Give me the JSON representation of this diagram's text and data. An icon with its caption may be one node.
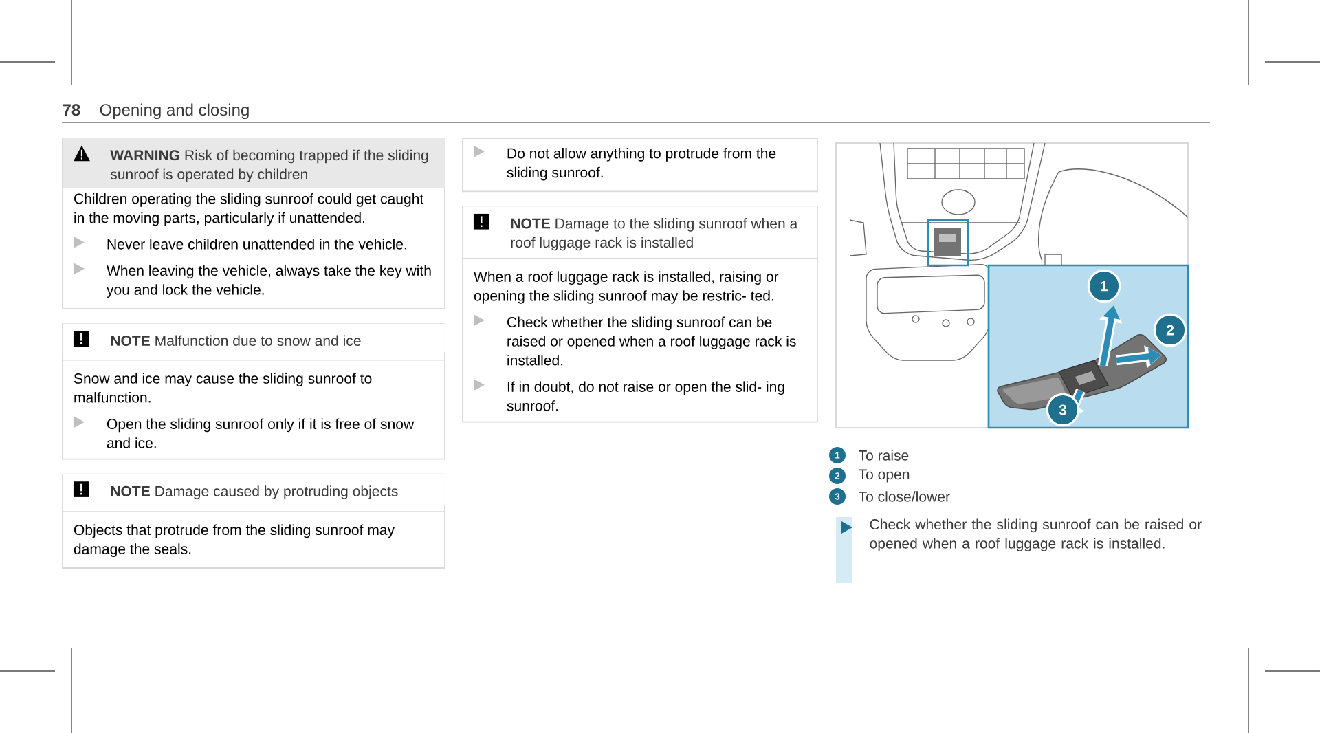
{
  "diagram": {
    "title": "Opening and closing",
    "nodes": [
      {
        "text": [
          "**WARNING** Risk of becoming trapped if the sliding sunroof is operated by children",
          "Children operating the sliding sunroof could get caught in the moving parts, particularly if unattended.",
          "Never leave children unattended in the vehicle.",
          "When leaving the vehicle, always take the key with you and lock the vehicle."
        ]
      },
      {
        "text": [
          "**NOTE** Malfunction due to snow and ice",
          "Snow and ice may cause the sliding sunroof to malfunction.",
          "Open the sliding sunroof only if it is free of snow and ice."
        ]
      },
      {
        "text": [
          "**NOTE** Damage caused by protruding objects",
          "Objects that protrude from the sliding sunroof may damage the seals."
        ]
      },
      {
        "text": [
          "Do not allow anything to protrude from the sliding sunroof."
        ]
      },
      {
        "text": [
          "**NOTE** Damage to the sliding sunroof when a roof luggage rack is installed",
          "When a roof luggage rack is installed, raising or opening the sliding sunroof may be restric- ted.",
          "Check whether the sliding sunroof can be raised or opened when a roof luggage rack is installed.",
          "If in doubt, do not raise or open the slid- ing sunroof."
        ]
      }
    ],
    "labels": [
      "78",
      "1",
      "2",
      "3",
      "1",
      "To raise",
      "2",
      "To open",
      "3",
      "To close/lower",
      "Check whether the sliding sunroof can be raised or opened when a roof luggage rack is installed."
    ]
  }
}
